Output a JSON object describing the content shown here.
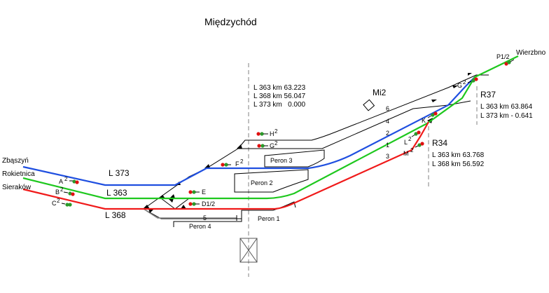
{
  "title": "Międzychód",
  "colors": {
    "line_373": "#1f4fe0",
    "line_363": "#1ec81e",
    "line_368": "#f01a1a",
    "siding": "#000000",
    "siding_grey": "#808080",
    "signal_red": "#e01010",
    "signal_green": "#2a9a2a",
    "marker_line": "#808080"
  },
  "directions": {
    "zbaszyn": "Zbąszyń",
    "rokietnica": "Rokietnica",
    "sierakow": "Sieraków",
    "wierzbno": "Wierzbno"
  },
  "lines": {
    "l373": "L 373",
    "l363": "L 363",
    "l368": "L 368"
  },
  "tracks": [
    "1",
    "2",
    "3",
    "4",
    "5",
    "6"
  ],
  "platforms": {
    "p1": "Peron 1",
    "p2": "Peron 2",
    "p3": "Peron 3",
    "p4": "Peron 4"
  },
  "signals": {
    "a": {
      "label": "A",
      "sup": "2"
    },
    "b": {
      "label": "B",
      "sup": "2"
    },
    "c": {
      "label": "C",
      "sup": "2"
    },
    "d": {
      "label": "D1/2"
    },
    "e": {
      "label": "E"
    },
    "f": {
      "label": "F",
      "sup": "2"
    },
    "g": {
      "label": "G",
      "sup": "2"
    },
    "h": {
      "label": "H",
      "sup": "2"
    },
    "k": {
      "label": "K"
    },
    "l": {
      "label": "L",
      "sup": "2"
    },
    "m": {
      "label": "M",
      "sup": "2"
    },
    "g_east": {
      "label": "G",
      "sup": "2"
    },
    "p": {
      "label": "P1/2"
    }
  },
  "station_axis": {
    "km": [
      "L 363 km 63.223",
      "L 368 km 56.047",
      "L 373 km   0.000"
    ]
  },
  "junction_r34": {
    "name": "R34",
    "km": [
      "L 363 km 63.768",
      "L 368 km 56.592"
    ]
  },
  "junction_r37": {
    "name": "R37",
    "km": [
      "L 363 km 63.864",
      "L 373 km - 0.641"
    ]
  },
  "signal_box": "Mi2"
}
